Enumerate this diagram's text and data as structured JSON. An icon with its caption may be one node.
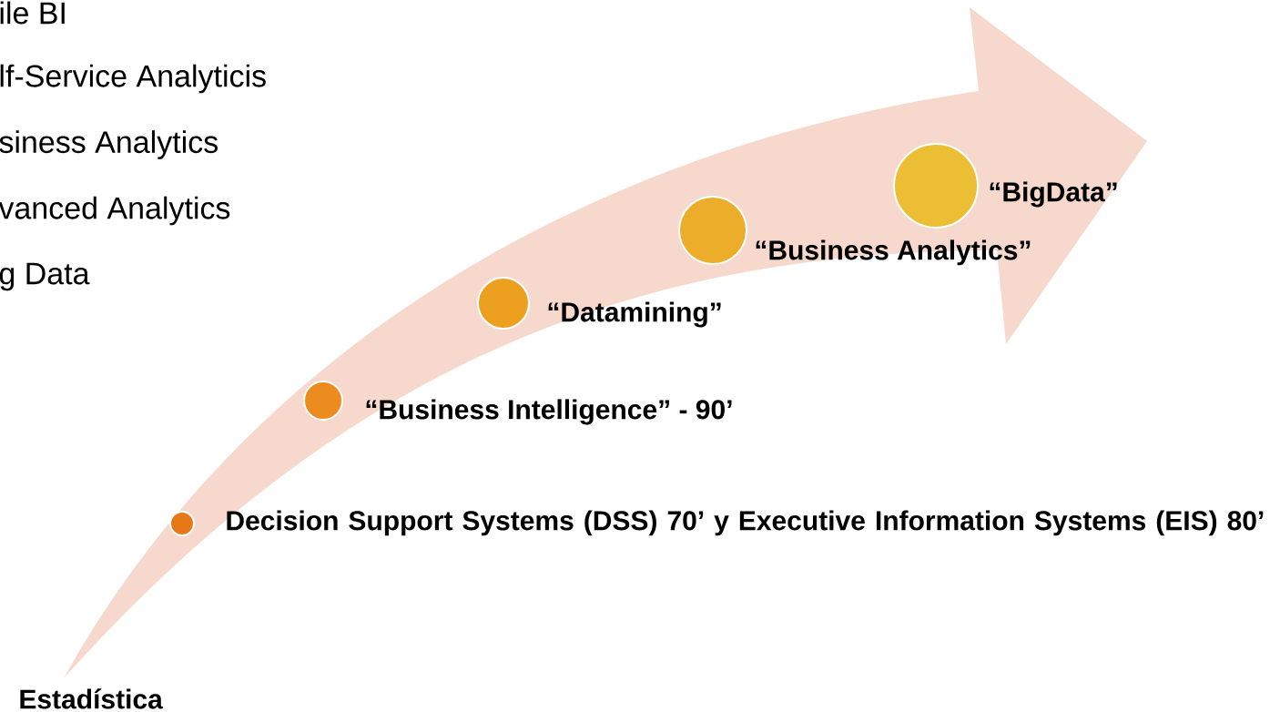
{
  "diagram": {
    "nodes": [
      {
        "text": [],
        "shape": "circle",
        "beside": [
          "Decision Support Systems (DSS)  70’ y  Executive Information Systems (EIS) 80’"
        ]
      },
      {
        "text": [],
        "shape": "circle",
        "beside": [
          "“Business Intelligence” - 90’"
        ]
      },
      {
        "text": [],
        "shape": "circle",
        "beside": [
          "“Datamining”"
        ]
      },
      {
        "text": [],
        "shape": "circle",
        "beside": [
          "“Business Analytics”"
        ]
      },
      {
        "text": [],
        "shape": "circle",
        "beside": [
          "“BigData”"
        ]
      }
    ],
    "labels": [
      "ile BI",
      "lf-Service Analyticis",
      "siness Analytics",
      "vanced Analytics",
      "g Data",
      "Estadística"
    ]
  }
}
